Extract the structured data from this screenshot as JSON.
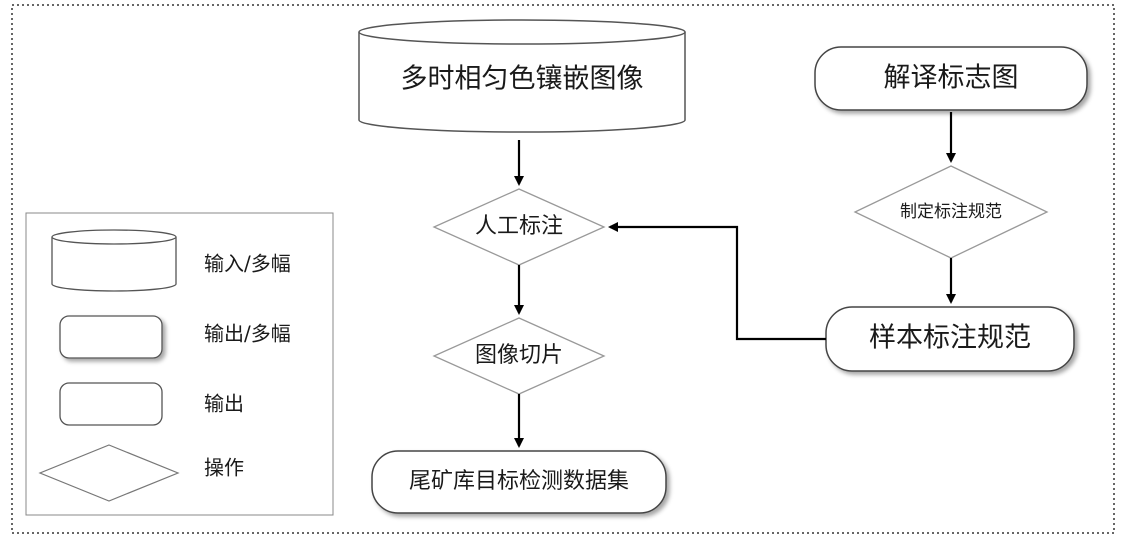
{
  "nodes": {
    "mosaic_input": "多时相匀色镶嵌图像",
    "interpretation_chart": "解译标志图",
    "manual_annotation": "人工标注",
    "define_spec": "制定标注规范",
    "sample_spec": "样本标注规范",
    "image_tiling": "图像切片",
    "dataset_output": "尾矿库目标检测数据集"
  },
  "legend": {
    "input_multi": "输入/多幅",
    "output_multi": "输出/多幅",
    "output": "输出",
    "operation": "操作"
  },
  "colors": {
    "stroke": "#555555",
    "arrow": "#000000",
    "diamond_stroke": "#999999",
    "text": "#1a1a1a"
  }
}
